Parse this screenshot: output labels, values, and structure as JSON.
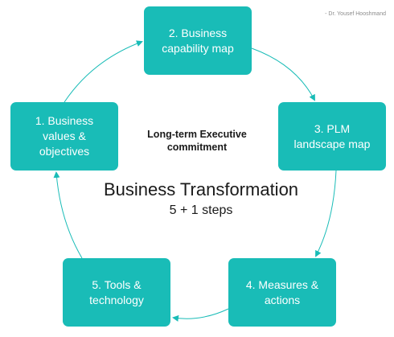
{
  "credit": "- Dr. Yousef Hooshmand",
  "center": {
    "commitment_line1": "Long-term Executive",
    "commitment_line2": "commitment",
    "title": "Business Transformation",
    "subtitle": "5 + 1 steps"
  },
  "steps": [
    {
      "lines": [
        "1. Business",
        "values &",
        "objectives"
      ]
    },
    {
      "lines": [
        "2. Business",
        "capability map"
      ]
    },
    {
      "lines": [
        "3. PLM",
        "landscape map"
      ]
    },
    {
      "lines": [
        "4. Measures &",
        "actions"
      ]
    },
    {
      "lines": [
        "5. Tools &",
        "technology"
      ]
    }
  ],
  "colors": {
    "box": "#19bcb7",
    "arrow": "#19bcb7",
    "text": "#1a1a1a"
  }
}
